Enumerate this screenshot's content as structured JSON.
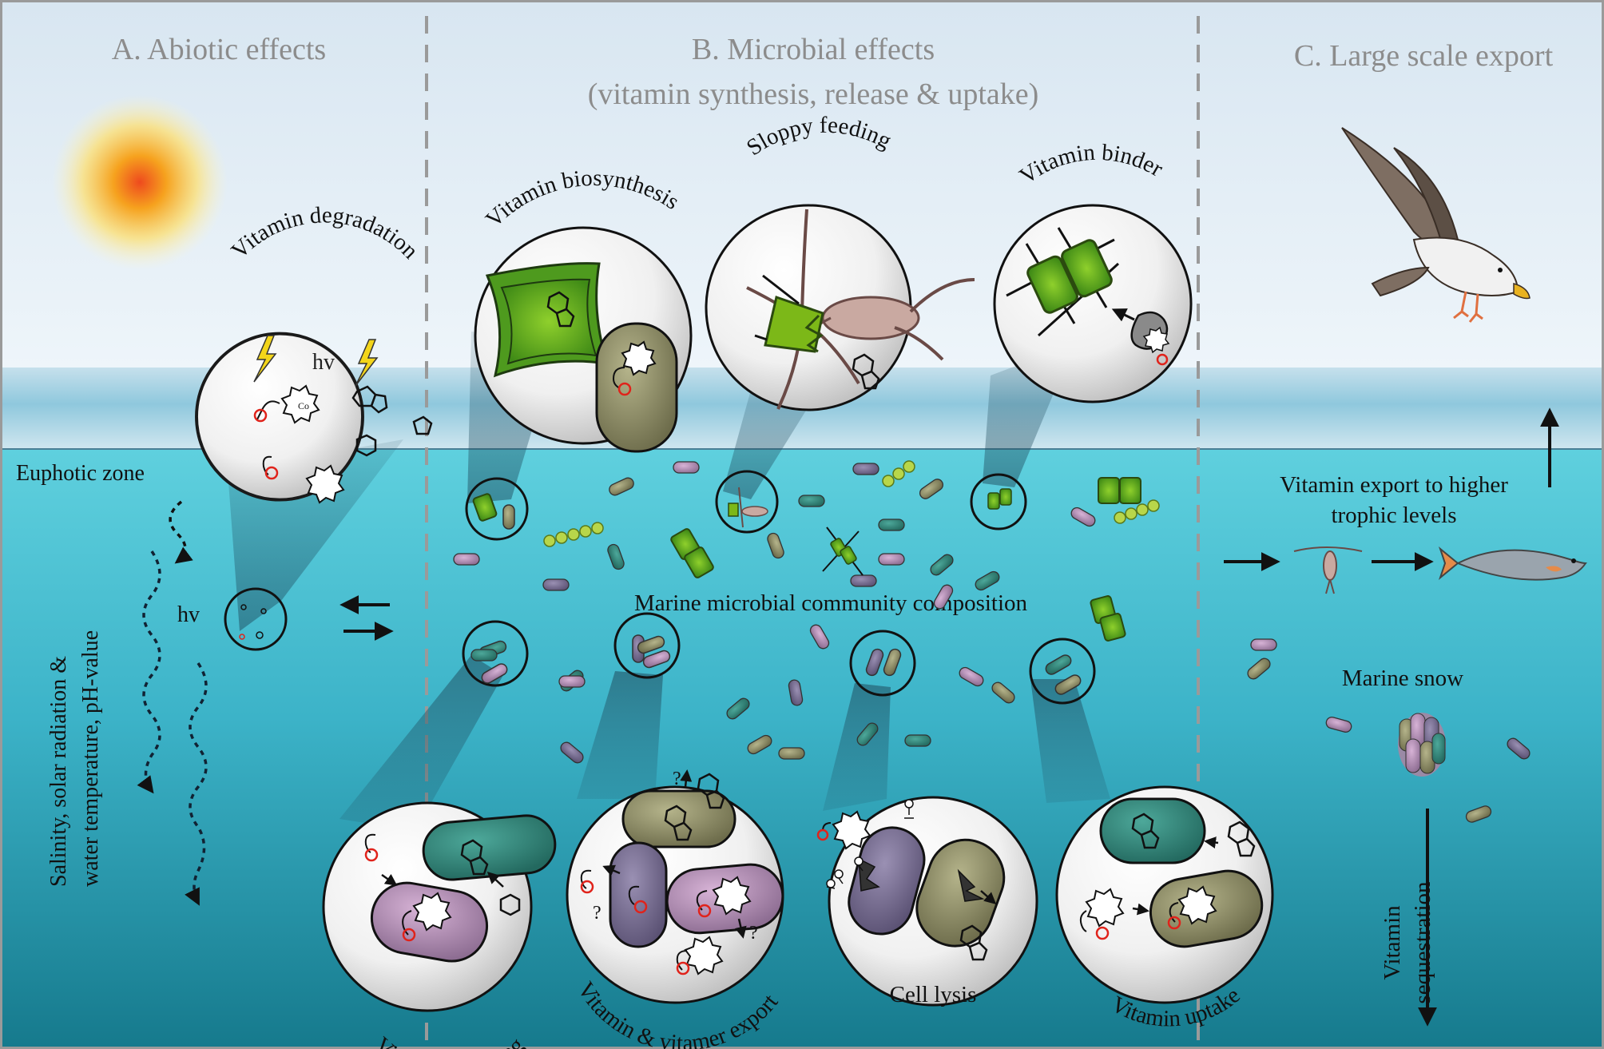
{
  "panels": {
    "a_title": "A. Abiotic effects",
    "b_title_line1": "B. Microbial effects",
    "b_title_line2": "(vitamin synthesis, release & uptake)",
    "c_title": "C. Large scale export"
  },
  "abiotic": {
    "degradation_label": "Vitamin degradation",
    "hv_label": "hv",
    "hv_small_label": "hv",
    "euphotic_label": "Euphotic zone",
    "factors_line1": "Salinity, solar radiation &",
    "factors_line2": "water temperature, pH-value"
  },
  "microbial": {
    "biosynthesis_label": "Vitamin biosynthesis",
    "sloppy_label": "Sloppy feeding",
    "binder_label": "Vitamin binder",
    "community_label": "Marine microbial community composition",
    "salvaging_label": "Vitamin salvaging",
    "export_label": "Vitamin & vitamer export",
    "lysis_label": "Cell lysis",
    "uptake_label": "Vitamin uptake",
    "question_mark": "?",
    "co_label": "Co"
  },
  "export": {
    "trophic_line1": "Vitamin export to higher",
    "trophic_line2": "trophic levels",
    "snow_label": "Marine snow",
    "sequestration_line1": "Vitamin",
    "sequestration_line2": "sequestration"
  },
  "colors": {
    "sky_top": "#dbe9f3",
    "sea_top": "#5ccbd9",
    "sea_bottom": "#1a7f92",
    "label_gray": "#8c8c8c",
    "vitamin_red": "#e0231b",
    "algae_green": "#4e9a1e",
    "bacteria_olive": "#8c8a66",
    "bacteria_purple": "#9a7ea6"
  }
}
